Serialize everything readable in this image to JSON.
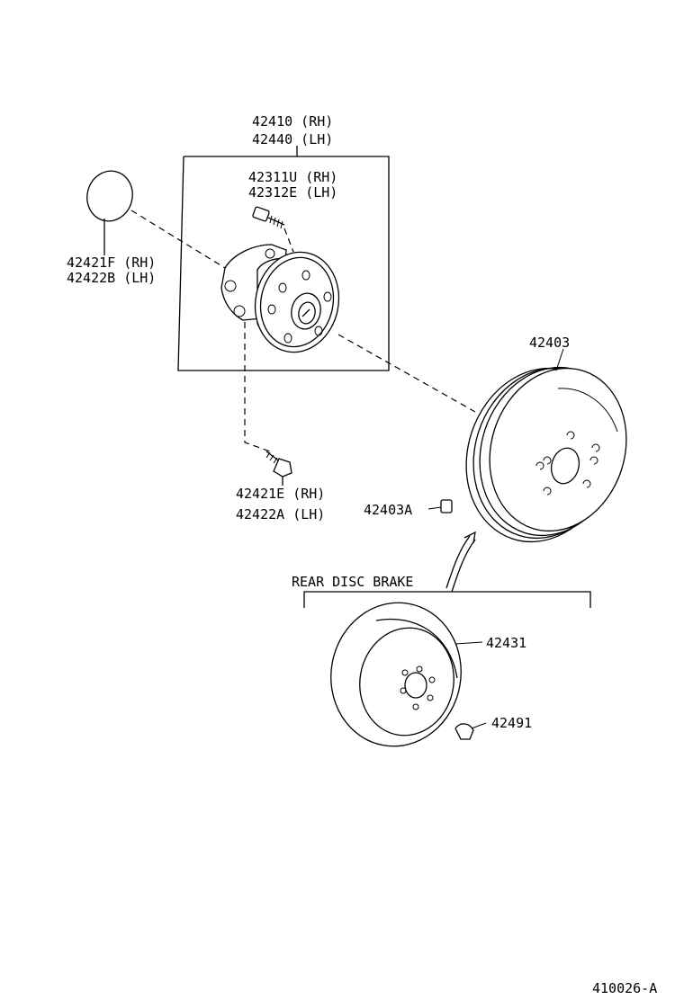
{
  "labels": {
    "hub_rh": "42410 (RH)",
    "hub_lh": "42440 (LH)",
    "stud_rh": "42311U (RH)",
    "stud_lh": "42312E (LH)",
    "cap_rh": "42421F (RH)",
    "cap_lh": "42422B (LH)",
    "bolt_rh": "42421E (RH)",
    "bolt_lh": "42422A (LH)",
    "drum": "42403",
    "plug": "42403A",
    "rear_disc_brake": "REAR DISC BRAKE",
    "disc": "42431",
    "clip": "42491",
    "figure_code": "410026-A"
  }
}
